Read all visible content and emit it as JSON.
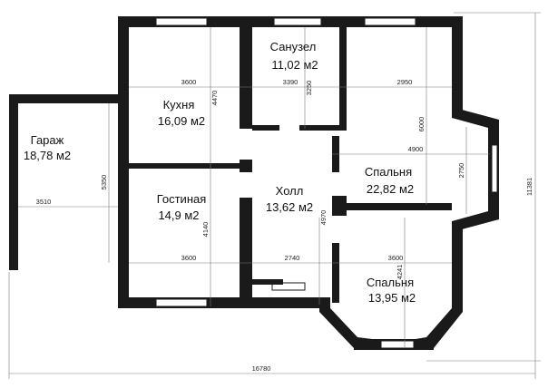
{
  "rooms": {
    "garage": {
      "name": "Гараж",
      "area": "18,78 м2"
    },
    "kitchen": {
      "name": "Кухня",
      "area": "16,09 м2"
    },
    "bathroom": {
      "name": "Санузел",
      "area": "11,02 м2"
    },
    "living": {
      "name": "Гостиная",
      "area": "14,9 м2"
    },
    "hall": {
      "name": "Холл",
      "area": "13,62 м2"
    },
    "bedroom1": {
      "name": "Спальня",
      "area": "22,82 м2"
    },
    "bedroom2": {
      "name": "Спальня",
      "area": "13,95 м2"
    }
  },
  "dimensions": {
    "kitchen_width": "3600",
    "kitchen_depth": "4470",
    "bath_width": "3390",
    "bath_depth": "3250",
    "bed1_width": "2950",
    "bed1_depth": "6000",
    "bed1_inner": "4900",
    "bay_depth": "2750",
    "garage_width": "3510",
    "garage_depth": "5350",
    "living_depth": "4140",
    "living_width": "3600",
    "hall_width": "2740",
    "hall_depth": "4970",
    "bed2_width": "3600",
    "bed2_depth": "4241",
    "total_width": "16780",
    "total_height": "11381"
  }
}
